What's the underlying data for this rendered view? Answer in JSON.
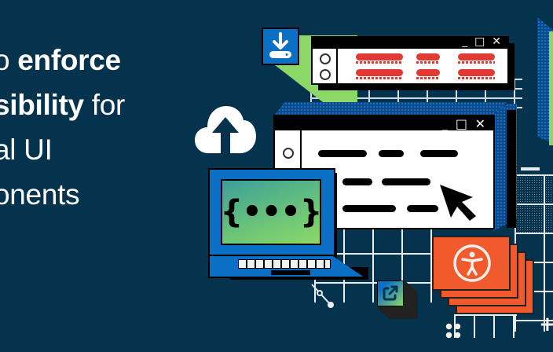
{
  "headline": {
    "line1_prefix": "o ",
    "line1_bold": "enforce",
    "line2_bold": "sibility",
    "line2_suffix": " for",
    "line3": "al UI",
    "line4": "onents"
  },
  "colors": {
    "background": "#05334d",
    "accent_blue": "#0b6fc6",
    "accent_green": "#8cd867",
    "accent_orange": "#f15a2c",
    "accent_red": "#e03a32",
    "grid_line": "#e8eef2"
  },
  "illustration": {
    "top_window": {
      "controls": "_ □ ✕",
      "rows": 2,
      "icon": "download-icon"
    },
    "main_window": {
      "controls": "_ □ ✕",
      "cursor": "pointer-arrow-icon"
    },
    "cloud_icon": "cloud-upload-icon",
    "laptop_screen_glyph": "{•••}",
    "accessibility_cards": {
      "count": 4,
      "icon": "accessibility-icon"
    },
    "external_link_tile": "external-link-icon",
    "minus_glyph": "—",
    "plus_glyph": "+"
  }
}
